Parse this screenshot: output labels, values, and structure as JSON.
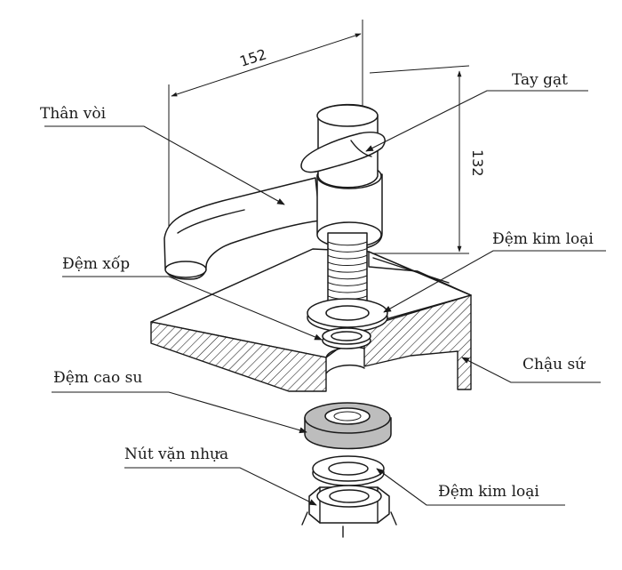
{
  "diagram": {
    "dimensions": {
      "width_label": "152",
      "height_label": "132"
    },
    "labels": {
      "than_voi": "Thân vòi",
      "tay_gat": "Tay gạt",
      "dem_kim_loai_top": "Đệm kim loại",
      "dem_xop": "Đệm xốp",
      "chau_su": "Chậu sứ",
      "dem_cao_su": "Đệm cao su",
      "nut_van_nhua": "Nút vặn nhựa",
      "dem_kim_loai_bottom": "Đệm kim loại"
    },
    "colors": {
      "line": "#1a1a1a",
      "rubber_fill": "#bdbdbd",
      "background": "#ffffff"
    }
  }
}
